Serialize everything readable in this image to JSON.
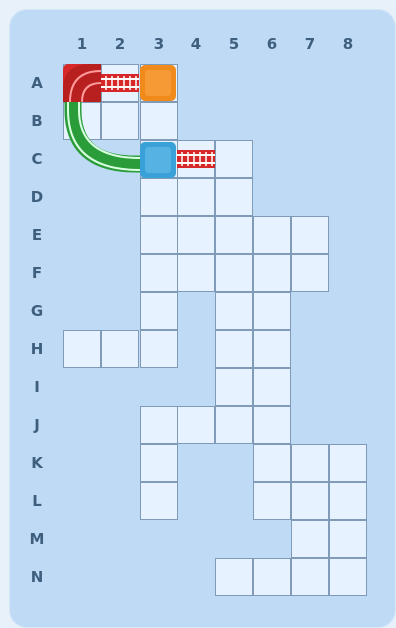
{
  "grid": {
    "columns": [
      "1",
      "2",
      "3",
      "4",
      "5",
      "6",
      "7",
      "8"
    ],
    "rows": [
      "A",
      "B",
      "C",
      "D",
      "E",
      "F",
      "G",
      "H",
      "I",
      "J",
      "K",
      "L",
      "M",
      "N"
    ],
    "open_cells": [
      "A1",
      "A2",
      "A3",
      "B1",
      "B2",
      "B3",
      "C3",
      "C4",
      "C5",
      "D3",
      "D4",
      "D5",
      "E3",
      "E4",
      "E5",
      "E6",
      "E7",
      "F3",
      "F4",
      "F5",
      "F6",
      "F7",
      "G3",
      "G5",
      "G6",
      "H1",
      "H2",
      "H3",
      "H5",
      "H6",
      "I5",
      "I6",
      "J3",
      "J4",
      "J5",
      "J6",
      "K3",
      "K6",
      "K7",
      "K8",
      "L3",
      "L6",
      "L7",
      "L8",
      "M7",
      "M8",
      "N5",
      "N6",
      "N7",
      "N8"
    ]
  },
  "pieces": [
    {
      "name": "red-curve-track",
      "color": "#d62828",
      "cell": "A1"
    },
    {
      "name": "red-straight-track-a",
      "color": "#d62828",
      "cell": "A2"
    },
    {
      "name": "orange-block",
      "color": "#f08a1a",
      "cell": "A3"
    },
    {
      "name": "green-curve-track",
      "color": "#2a9d3a",
      "cell": "B1-C2"
    },
    {
      "name": "blue-block",
      "color": "#3aa0d8",
      "cell": "C3"
    },
    {
      "name": "red-straight-track-b",
      "color": "#d62828",
      "cell": "C4"
    }
  ]
}
